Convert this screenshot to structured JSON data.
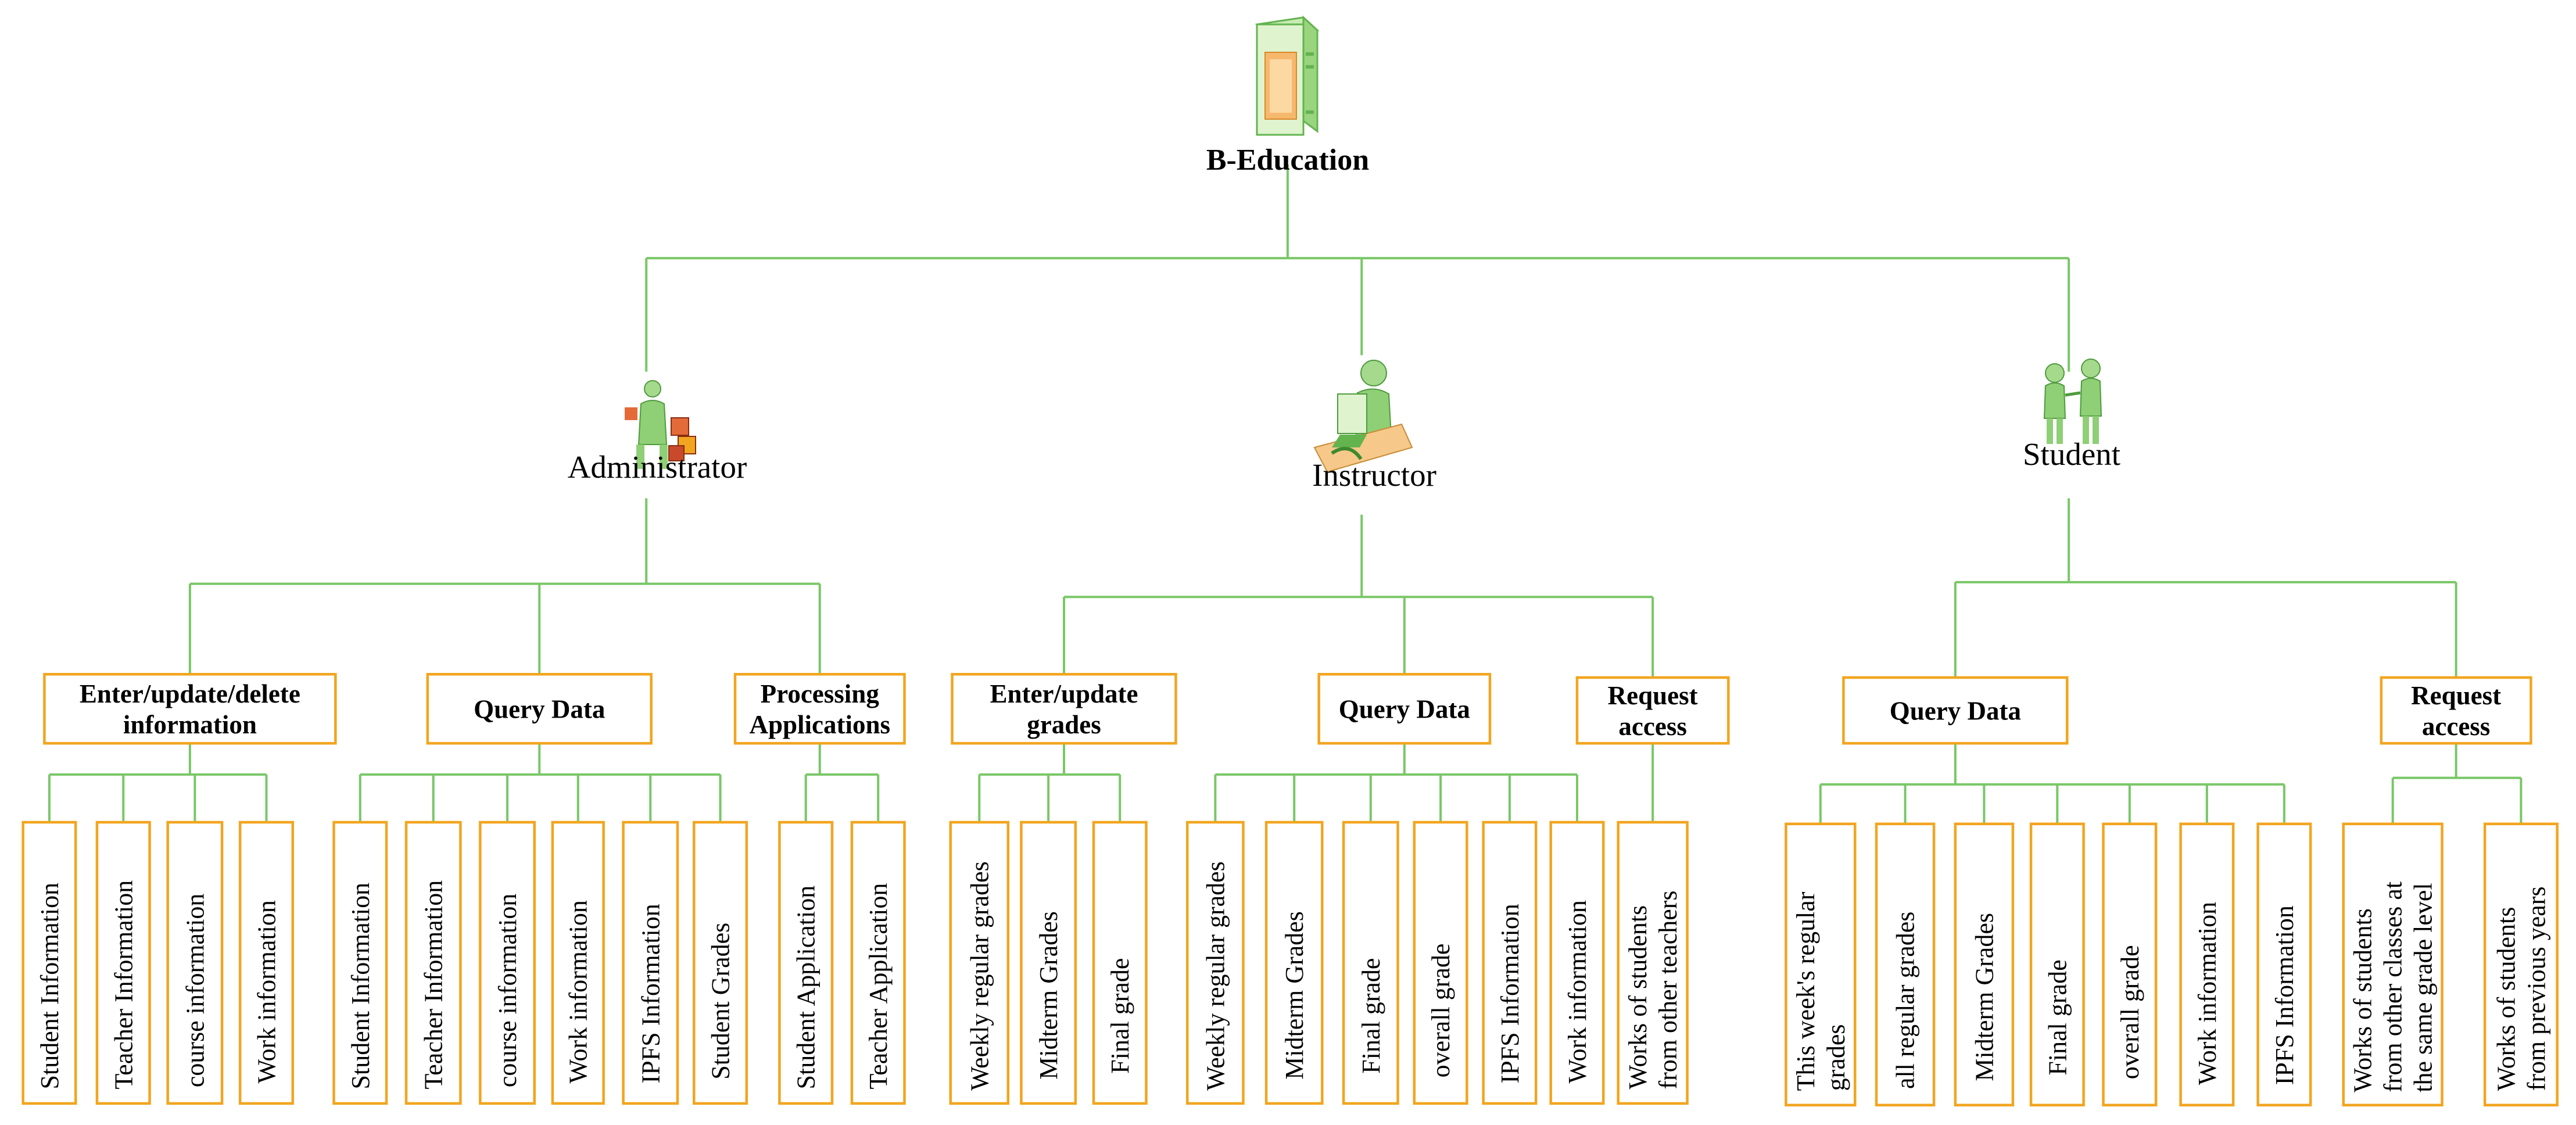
{
  "root": {
    "label": "B-Education",
    "icon": "server-tower-icon"
  },
  "colors": {
    "connector": "#79c767",
    "box_border": "#f2a51f",
    "text": "#000000"
  },
  "roles": [
    {
      "label": "Administrator",
      "icon": "administrator-icon",
      "categories": [
        {
          "label": [
            "Enter/update/delete",
            "information"
          ],
          "items": [
            [
              "Student Information"
            ],
            [
              "Teacher Information"
            ],
            [
              "course information"
            ],
            [
              "Work information"
            ]
          ]
        },
        {
          "label": [
            "Query Data"
          ],
          "items": [
            [
              "Student Information"
            ],
            [
              "Teacher Information"
            ],
            [
              "course information"
            ],
            [
              "Work information"
            ],
            [
              "IPFS Information"
            ],
            [
              "Student Grades"
            ]
          ]
        },
        {
          "label": [
            "Processing",
            "Applications"
          ],
          "items": [
            [
              "Student Application"
            ],
            [
              "Teacher Application"
            ]
          ]
        }
      ]
    },
    {
      "label": "Instructor",
      "icon": "instructor-icon",
      "categories": [
        {
          "label": [
            "Enter/update",
            "grades"
          ],
          "items": [
            [
              "Weekly regular grades"
            ],
            [
              "Midterm Grades"
            ],
            [
              "Final grade"
            ]
          ]
        },
        {
          "label": [
            "Query Data"
          ],
          "items": [
            [
              "Weekly regular grades"
            ],
            [
              "Midterm Grades"
            ],
            [
              "Final grade"
            ],
            [
              "overall grade"
            ],
            [
              "IPFS Information"
            ],
            [
              "Work information"
            ]
          ]
        },
        {
          "label": [
            "Request",
            "access"
          ],
          "items": [
            [
              "Works of students",
              "from other teachers"
            ]
          ]
        }
      ]
    },
    {
      "label": "Student",
      "icon": "student-icon",
      "categories": [
        {
          "label": [
            "Query Data"
          ],
          "items": [
            [
              "This week's regular",
              "grades"
            ],
            [
              "all regular grades"
            ],
            [
              "Midterm Grades"
            ],
            [
              "Final grade"
            ],
            [
              "overall grade"
            ],
            [
              "Work information"
            ],
            [
              "IPFS Information"
            ]
          ]
        },
        {
          "label": [
            "Request",
            "access"
          ],
          "items": [
            [
              "Works of students",
              "from other classes at",
              "the same grade level"
            ],
            [
              "Works of students",
              "from previous years"
            ]
          ]
        }
      ]
    }
  ]
}
